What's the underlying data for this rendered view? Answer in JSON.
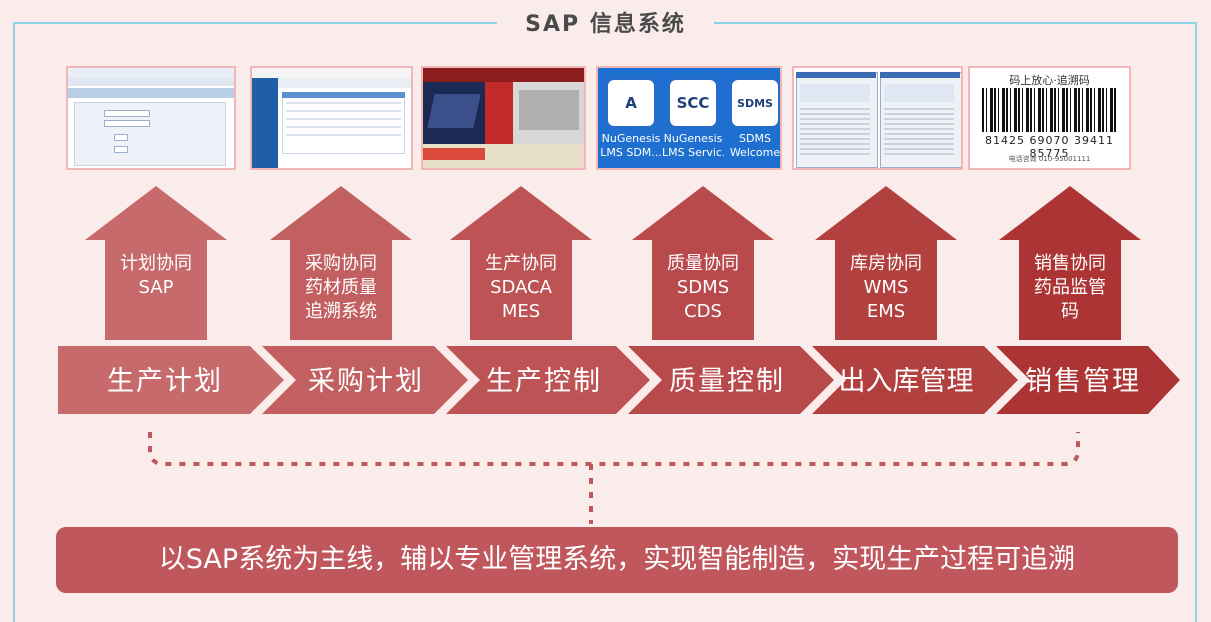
{
  "title": "SAP 信息系统",
  "colors": {
    "background": "#fbecec",
    "frame": "#8fd3e6",
    "arrow": [
      "#c66a6c",
      "#c25f61",
      "#bd5355",
      "#b84a4c",
      "#b2403f",
      "#ac3434"
    ],
    "summary": "#c0575c"
  },
  "screens": {
    "lims_tiles": [
      {
        "letter": "A",
        "caption_1": "NuGenesis",
        "caption_2": "LMS SDM..."
      },
      {
        "letter": "SCC",
        "caption_1": "NuGenesis",
        "caption_2": "LMS Servic..."
      },
      {
        "letter": "SDMS",
        "caption_1": "SDMS",
        "caption_2": "Welcome"
      }
    ],
    "barcode": {
      "header": "码上放心·追溯码",
      "numbers": "81425  69070  39411  85775",
      "footer": "电话咨询  010-95001111"
    }
  },
  "arrows": [
    {
      "line_1": "计划协同",
      "line_2": "SAP",
      "line_3": ""
    },
    {
      "line_1": "采购协同",
      "line_2": "药材质量",
      "line_3": "追溯系统"
    },
    {
      "line_1": "生产协同",
      "line_2": "SDACA",
      "line_3": "MES"
    },
    {
      "line_1": "质量协同",
      "line_2": "SDMS",
      "line_3": "CDS"
    },
    {
      "line_1": "库房协同",
      "line_2": "WMS",
      "line_3": "EMS"
    },
    {
      "line_1": "销售协同",
      "line_2": "药品监管",
      "line_3": "码"
    }
  ],
  "process": [
    {
      "label": "生产计划"
    },
    {
      "label": "采购计划"
    },
    {
      "label": "生产控制"
    },
    {
      "label": "质量控制"
    },
    {
      "label": "出入库管理"
    },
    {
      "label": "销售管理"
    }
  ],
  "summary": "以SAP系统为主线，辅以专业管理系统，实现智能制造，实现生产过程可追溯"
}
